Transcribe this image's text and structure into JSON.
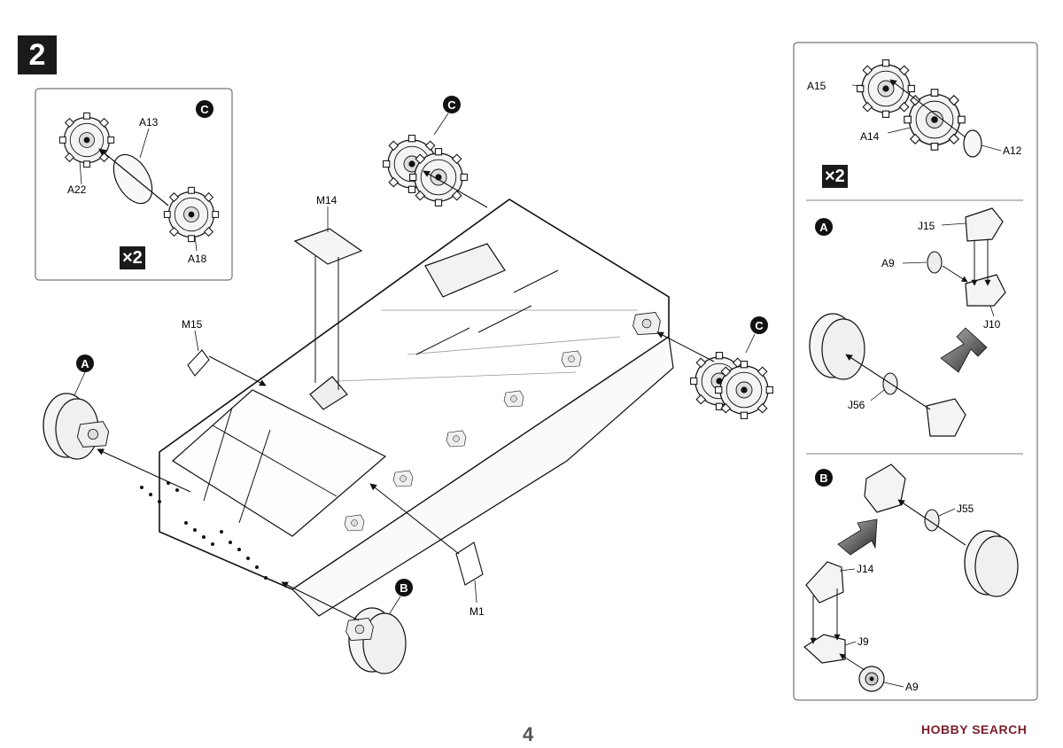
{
  "step_number": "2",
  "page_number": "4",
  "watermark": "HOBBY SEARCH",
  "letter_callouts": {
    "a": "A",
    "b": "B",
    "c": "C"
  },
  "multiplier": "×2",
  "main_labels": {
    "m14": "M14",
    "m15": "M15",
    "m1": "M1"
  },
  "inset_top_left": {
    "labels": {
      "a13": "A13",
      "a22": "A22",
      "a18": "A18"
    }
  },
  "inset_right": {
    "c_section": {
      "a15": "A15",
      "a14": "A14",
      "a12": "A12"
    },
    "a_section": {
      "j15": "J15",
      "a9": "A9",
      "j10": "J10",
      "j56": "J56"
    },
    "b_section": {
      "j55": "J55",
      "j14": "J14",
      "j9": "J9",
      "a9": "A9"
    }
  }
}
